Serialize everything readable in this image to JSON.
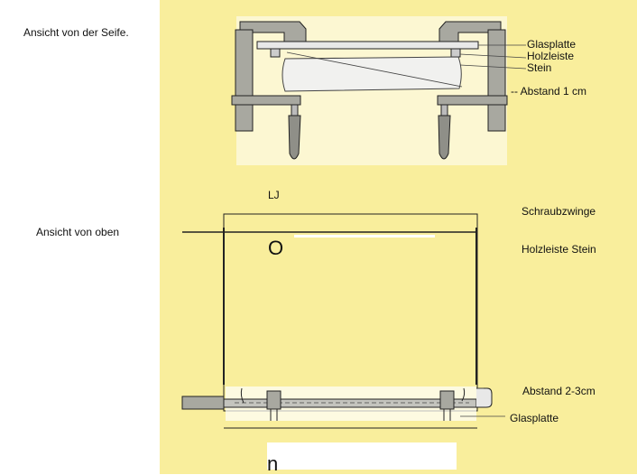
{
  "views": {
    "side": "Ansicht von der Seife.",
    "top": "Ansicht von oben"
  },
  "side_labels": {
    "glasplatte": "Glasplatte",
    "holzleiste": "Holzleiste",
    "stein": "Stein",
    "abstand": "-- Abstand 1 cm"
  },
  "top_labels": {
    "mark": "LJ",
    "schraubzwinge": "Schraubzwinge",
    "holzleiste_stein": "Holzleiste Stein",
    "circle_glyph": "O",
    "abstand": "Abstand 2-3cm",
    "glasplatte": "Glasplatte",
    "bottom_glyph": "n"
  },
  "colors": {
    "background_panel": "#f9ee9c",
    "clamp_gray": "#a8a8a0",
    "outline": "#222222"
  }
}
